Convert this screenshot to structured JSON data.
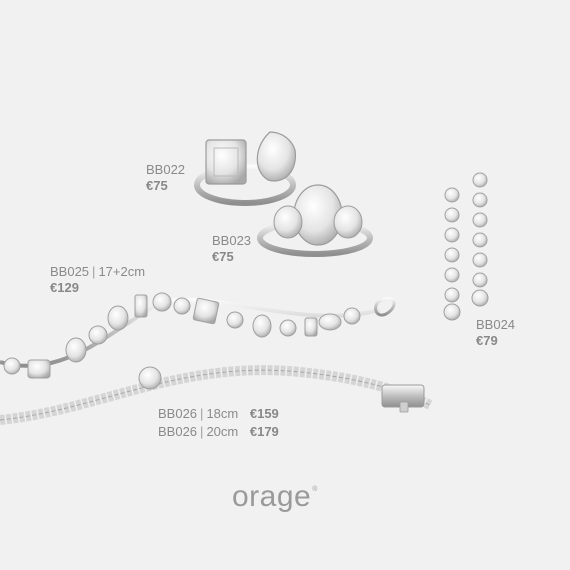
{
  "products": {
    "bb022": {
      "code": "BB022",
      "price": "€75"
    },
    "bb023": {
      "code": "BB023",
      "price": "€75"
    },
    "bb024": {
      "code": "BB024",
      "price": "€79"
    },
    "bb025": {
      "code": "BB025",
      "size": "17+2cm",
      "price": "€129"
    },
    "bb026a": {
      "code": "BB026",
      "size": "18cm",
      "price": "€159"
    },
    "bb026b": {
      "code": "BB026",
      "size": "20cm",
      "price": "€179"
    }
  },
  "brand": {
    "logo_text": "orage",
    "reg_mark": "®"
  },
  "colors": {
    "background": "#f1f1f1",
    "label_gray": "#8a8a8a",
    "metal": "#c8c8c8"
  }
}
